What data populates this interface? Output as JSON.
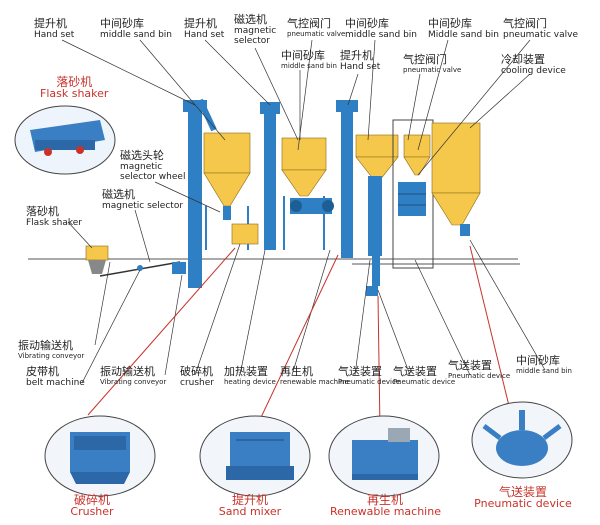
{
  "labels": {
    "top_hand_set_1": {
      "zh": "提升机",
      "en": "Hand set"
    },
    "top_middle_bin_1": {
      "zh": "中间砂库",
      "en": "middle sand bin"
    },
    "top_hand_set_2": {
      "zh": "提升机",
      "en": "Hand set"
    },
    "top_magnetic_selector": {
      "zh": "磁选机",
      "en1": "magnetic",
      "en2": "selector"
    },
    "top_pneumatic_valve_1": {
      "zh": "气控阀门",
      "en": "pneumatic valve"
    },
    "top_middle_bin_2": {
      "zh": "中间砂库",
      "en": "middle sand bin"
    },
    "top_middle_bin_3": {
      "zh": "中间砂库",
      "en": "Middle sand bin"
    },
    "top_pneumatic_valve_2": {
      "zh": "气控阀门",
      "en": "pneumatic valve"
    },
    "mid_middle_bin": {
      "zh": "中间砂库",
      "en": "middle sand bin"
    },
    "mid_hand_set": {
      "zh": "提升机",
      "en": "Hand set"
    },
    "mid_pneumatic_valve": {
      "zh": "气控阀门",
      "en": "pneumatic valve"
    },
    "cooling_device": {
      "zh": "冷却装置",
      "en": "cooling device"
    },
    "flask_shaker_red": {
      "zh": "落砂机",
      "en": "Flask shaker"
    },
    "magnetic_selector_wheel": {
      "zh": "磁选头轮",
      "en1": "magnetic",
      "en2": "selector wheel"
    },
    "magnetic_selector_left": {
      "zh": "磁选机",
      "en": "magnetic selector"
    },
    "flask_shaker_left": {
      "zh": "落砂机",
      "en": "Flask shaker"
    },
    "vibrating_conveyor_1": {
      "zh": "振动输送机",
      "en": "Vibrating conveyor"
    },
    "belt_machine": {
      "zh": "皮带机",
      "en": "belt machine"
    },
    "vibrating_conveyor_2": {
      "zh": "振动输送机",
      "en": "Vibrating conveyor"
    },
    "crusher_bottom_row": {
      "zh": "破碎机",
      "en": "crusher"
    },
    "heating_device": {
      "zh": "加热装置",
      "en": "heating device"
    },
    "renewable_machine_row": {
      "zh": "再生机",
      "en": "renewable machine"
    },
    "pneumatic_device_1": {
      "zh": "气送装置",
      "en": "Pneumatic device"
    },
    "pneumatic_device_2": {
      "zh": "气送装置",
      "en": "Pneumatic device"
    },
    "pneumatic_device_3": {
      "zh": "气送装置",
      "en": "Pneumatic device"
    },
    "middle_sand_bin_right": {
      "zh": "中间砂库",
      "en": "middle sand bin"
    },
    "crusher_red": {
      "zh": "破碎机",
      "en": "Crusher"
    },
    "sand_mixer_red": {
      "zh": "提升机",
      "en": "Sand mixer"
    },
    "renewable_machine_red": {
      "zh": "再生机",
      "en": "Renewable machine"
    },
    "pneumatic_device_red": {
      "zh": "气送装置",
      "en": "Pneumatic device"
    }
  },
  "colors": {
    "machine_blue": "#2f7fc4",
    "hopper_yellow": "#f5c74a",
    "callout_red": "#c8322a",
    "leader_line": "#333333"
  },
  "icons": {
    "flask_shaker_photo": "flask-shaker-picture",
    "crusher_photo": "crusher-picture",
    "sand_mixer_photo": "bucket-elevator-picture",
    "renewable_machine_photo": "renewable-machine-picture",
    "pneumatic_device_photo": "pneumatic-tank-picture"
  }
}
